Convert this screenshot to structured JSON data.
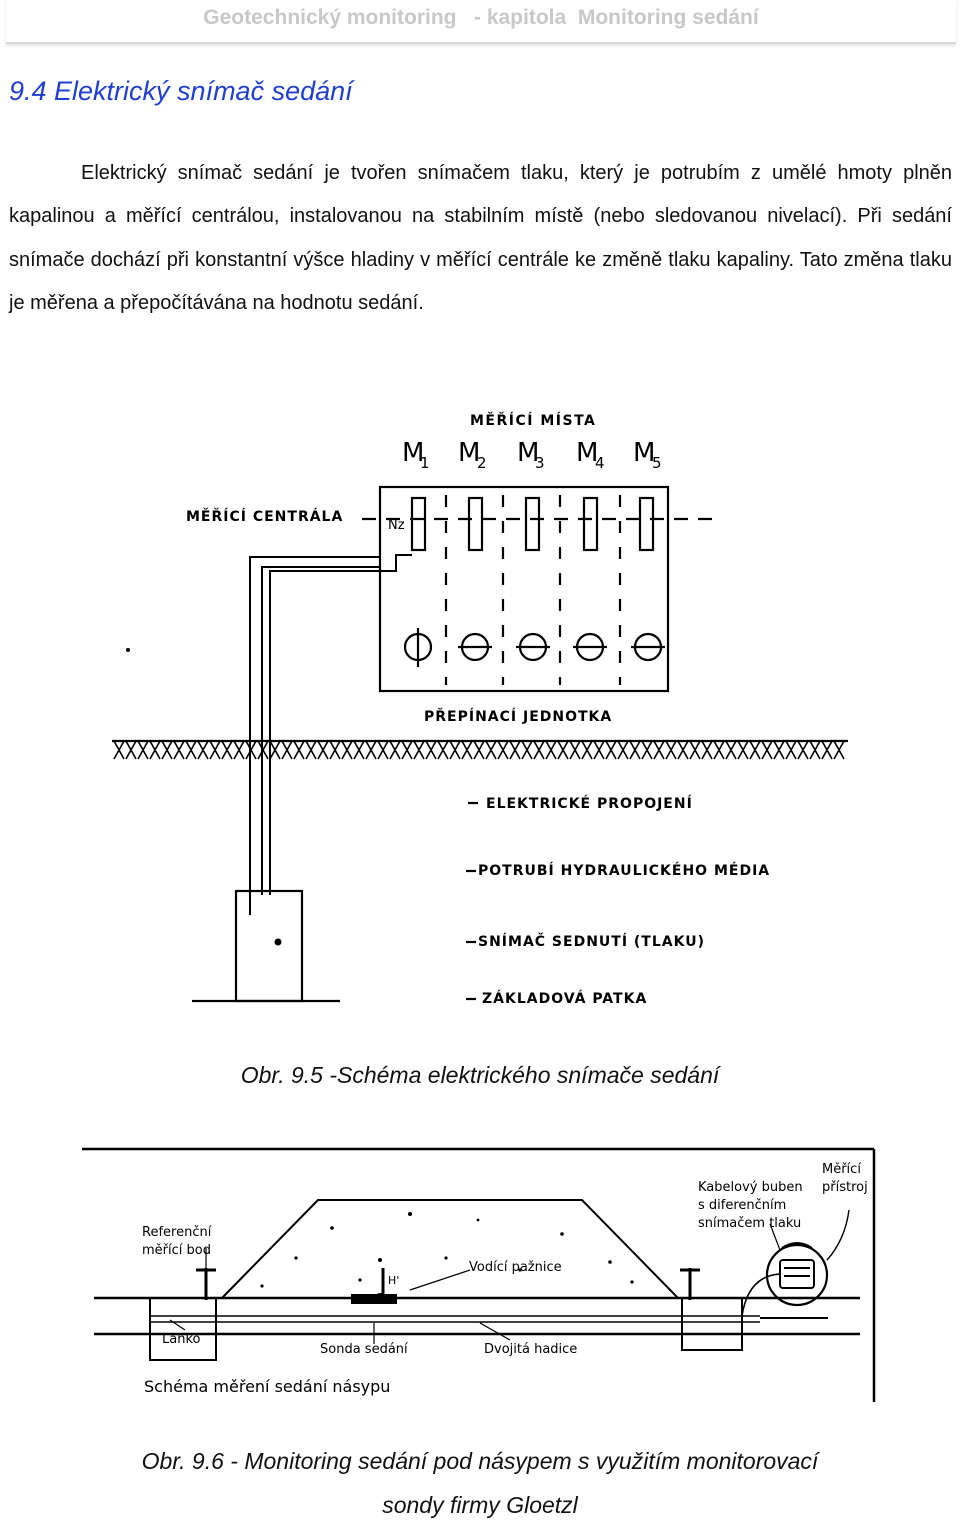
{
  "header": {
    "text": "Geotechnický monitoring   - kapitola  Monitoring sedání"
  },
  "section": {
    "title": "9.4 Elektrický snímač sedání"
  },
  "paragraph": "Elektrický snímač sedání je tvořen snímačem tlaku, který je potrubím z umělé hmoty plněn kapalinou a měřící centrálou, instalovanou na stabilním místě (nebo sledovanou nivelací). Při sedání snímače dochází při konstantní výšce hladiny v měřící centrále ke změně tlaku kapaliny. Tato změna tlaku je měřena a přepočítávána na hodnotu sedání.",
  "figure1": {
    "labels": {
      "measuring_points": "MĚŘÍCÍ MÍSTA",
      "central": "MĚŘÍCÍ CENTRÁLA",
      "nz": "Nz",
      "switch_unit": "PŘEPÍNACÍ JEDNOTKA",
      "electric": "ELEKTRICKÉ PROPOJENÍ",
      "hydraulic": "POTRUBÍ HYDRAULICKÉHO MÉDIA",
      "sensor": "SNÍMAČ SEDNUTÍ (TLAKU)",
      "footing": "ZÁKLADOVÁ PATKA"
    },
    "points": [
      {
        "m": "M",
        "sub": "1"
      },
      {
        "m": "M",
        "sub": "2"
      },
      {
        "m": "M",
        "sub": "3"
      },
      {
        "m": "M",
        "sub": "4"
      },
      {
        "m": "M",
        "sub": "5"
      }
    ],
    "caption": "Obr. 9.5 -Schéma elektrického snímače sedání"
  },
  "figure2": {
    "labels": {
      "reference_1": "Referenční",
      "reference_2": "měřící bod",
      "guide": "Vodící pažnice",
      "h": "H'",
      "cable_1": "Kabelový buben",
      "cable_2": "s diferenčním",
      "cable_3": "snímačem tlaku",
      "instrument_1": "Měřící",
      "instrument_2": "přístroj",
      "lanko": "Lanko",
      "probe": "Sonda sedání",
      "hose": "Dvojitá hadice",
      "schema": "Schéma měření sedání násypu"
    },
    "caption_line1": "Obr. 9.6 - Monitoring sedání pod násypem s využitím monitorovací",
    "caption_line2": "sondy firmy Gloetzl"
  }
}
